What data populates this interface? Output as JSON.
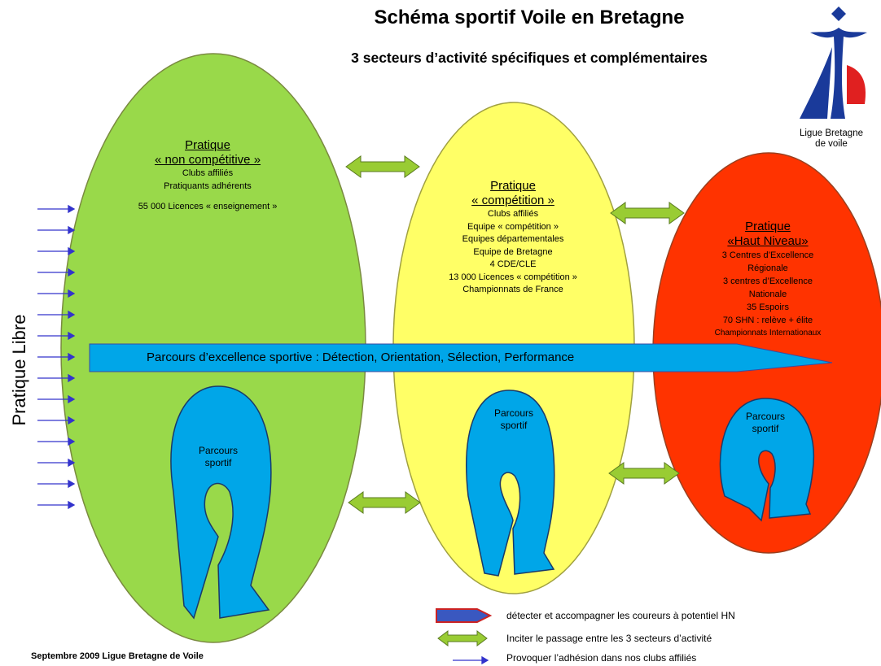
{
  "header": {
    "title": "Schéma sportif Voile en Bretagne",
    "subtitle": "3 secteurs d’activité spécifiques et complémentaires"
  },
  "logo": {
    "line1": "Ligue Bretagne",
    "line2": "de voile"
  },
  "side_label": "Pratique Libre",
  "sectors": {
    "non_competitive": {
      "title1": "Pratique",
      "title2": "« non compétitive »",
      "lines": [
        "Clubs affiliés",
        "Pratiquants adhérents"
      ],
      "licences": "55 000  Licences « enseignement »"
    },
    "competition": {
      "title1": "Pratique",
      "title2": "« compétition »",
      "lines": [
        "Clubs affiliés",
        "Equipe « compétition »",
        "Equipes départementales",
        "Equipe de Bretagne",
        "4 CDE/CLE",
        "13 000 Licences « compétition »",
        "Championnats de France"
      ]
    },
    "haut_niveau": {
      "title1": "Pratique",
      "title2": "«Haut Niveau»",
      "lines": [
        "3 Centres d’Excellence",
        "Régionale",
        "3 centres d’Excellence",
        "Nationale",
        "35 Espoirs",
        "70 SHN : relève  + élite",
        "Championnats Internationaux"
      ]
    }
  },
  "banner": "Parcours d’excellence sportive : Détection, Orientation, Sélection, Performance",
  "parcours": {
    "line1": "Parcours",
    "line2": "sportif"
  },
  "legend": {
    "item1": "détecter et accompagner les coureurs à potentiel HN",
    "item2": "Inciter le passage entre les 3 secteurs d’activité",
    "item3": "Provoquer l’adhésion dans nos clubs affiliés"
  },
  "footer": "Septembre 2009  Ligue Bretagne  de Voile",
  "colors": {
    "green_sector": "#99d94a",
    "yellow_sector": "#ffff66",
    "red_sector": "#ff3300",
    "banner_blue": "#00a6e8",
    "arrow_green": "#99cc33",
    "arrow_blue": "#3333cc",
    "logo_blue": "#1a3a9a",
    "logo_red": "#e02020"
  }
}
